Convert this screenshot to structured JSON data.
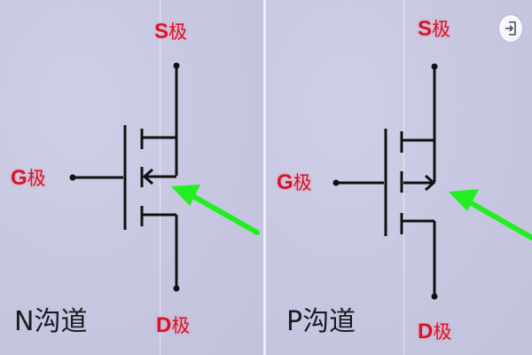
{
  "panels": [
    {
      "id": "n-channel",
      "channel_label": "N沟道",
      "labels": {
        "source": {
          "letter": "S",
          "suffix": "极"
        },
        "gate": {
          "letter": "G",
          "suffix": "极"
        },
        "drain": {
          "letter": "D",
          "suffix": "极"
        }
      },
      "substrate_arrow_direction": "inward"
    },
    {
      "id": "p-channel",
      "channel_label": "P沟道",
      "labels": {
        "source": {
          "letter": "S",
          "suffix": "极"
        },
        "gate": {
          "letter": "G",
          "suffix": "极"
        },
        "drain": {
          "letter": "D",
          "suffix": "极"
        }
      },
      "substrate_arrow_direction": "outward"
    }
  ],
  "icons": {
    "exit": "exit-icon"
  },
  "colors": {
    "background": "#c6c6e0",
    "label_red": "#d4162a",
    "wire": "#111111",
    "pointer_green": "#22ee22",
    "divider": "#eeeef8"
  }
}
